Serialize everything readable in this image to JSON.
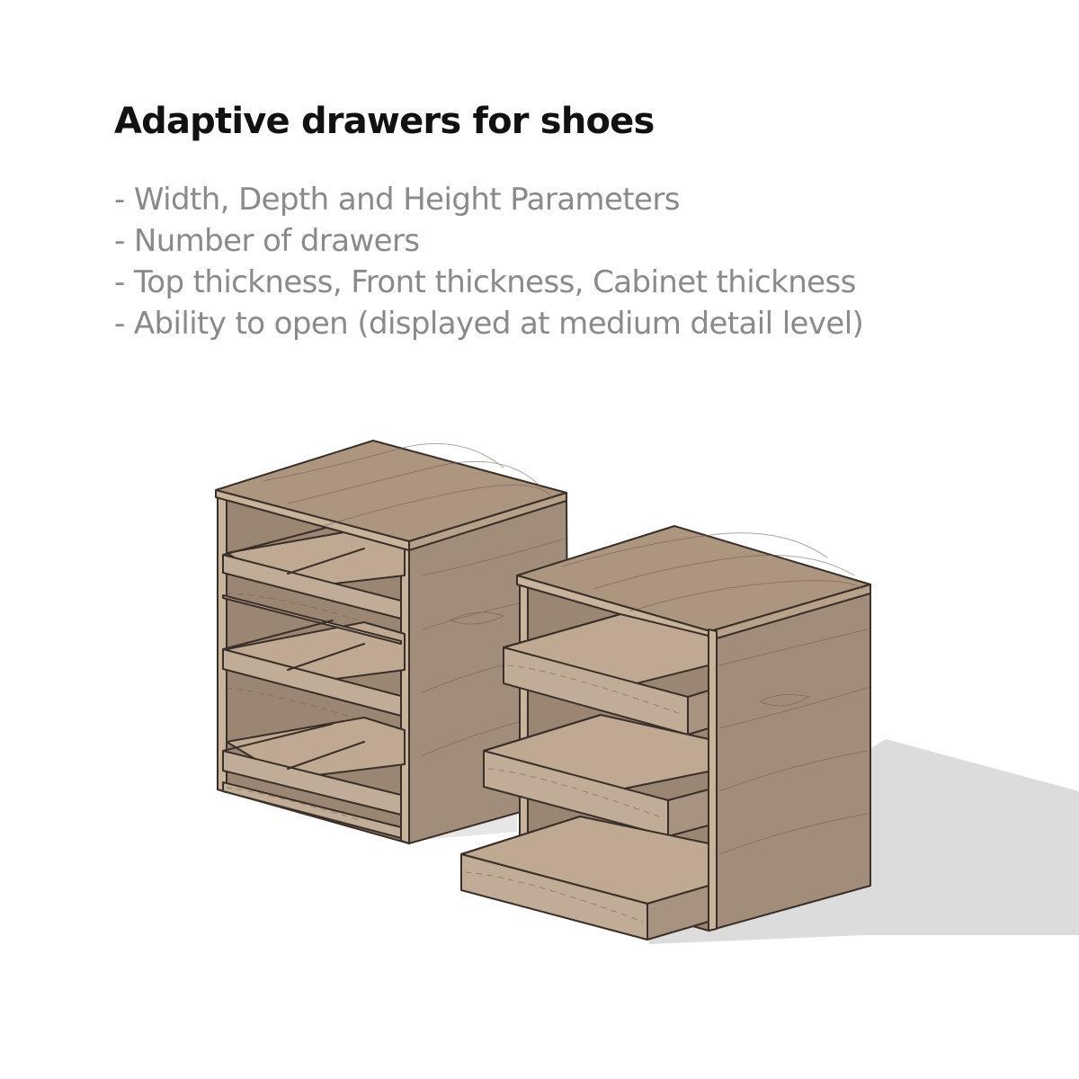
{
  "heading": "Adaptive drawers for shoes",
  "features": [
    "- Width, Depth and Height Parameters",
    "- Number of drawers",
    "- Top thickness, Front thickness, Cabinet thickness",
    "- Ability to open (displayed at medium detail level)"
  ],
  "colors": {
    "heading": "#111111",
    "features_text": "#8a8a8a",
    "wood_top": "#ad9680",
    "wood_side": "#a28d7b",
    "wood_front": "#c8b39d",
    "drawer_front": "#c0ac97",
    "shadow": "#dcdcdc",
    "outline": "#3a2f28"
  }
}
